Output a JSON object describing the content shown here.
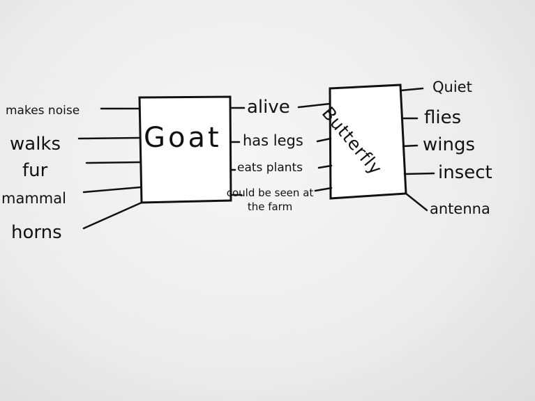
{
  "goat": {
    "title": "Goat",
    "traits": [
      "makes noise",
      "walks",
      "fur",
      "mammal",
      "horns"
    ]
  },
  "shared": {
    "traits": [
      "alive",
      "has legs",
      "eats plants",
      "could be seen at the farm"
    ]
  },
  "butterfly": {
    "title": "Butterfly",
    "traits": [
      "Quiet",
      "flies",
      "wings",
      "insect",
      "antenna"
    ]
  }
}
